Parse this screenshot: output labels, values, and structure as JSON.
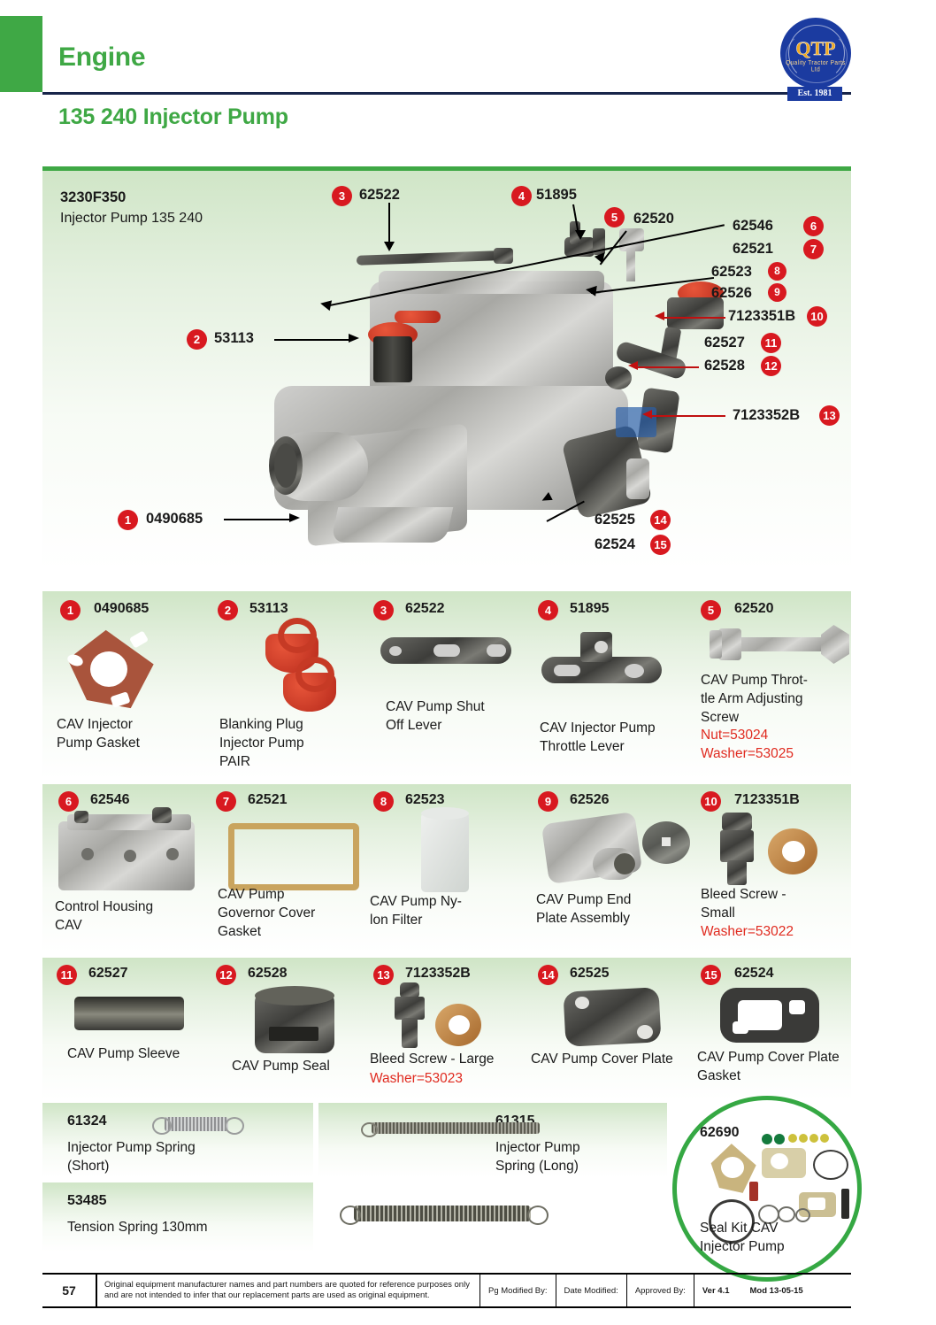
{
  "header": {
    "section_title": "Engine",
    "page_subtitle": "135 240 Injector Pump",
    "logo": {
      "mark": "QTP",
      "tagline": "Quality Tractor Parts Ltd",
      "established": "Est. 1981"
    }
  },
  "diagram": {
    "assembly_code": "3230F350",
    "assembly_desc": "Injector Pump 135 240",
    "callouts": [
      {
        "num": "1",
        "code": "0490685"
      },
      {
        "num": "2",
        "code": "53113"
      },
      {
        "num": "3",
        "code": "62522"
      },
      {
        "num": "4",
        "code": "51895"
      },
      {
        "num": "5",
        "code": "62520"
      },
      {
        "num": "6",
        "code": "62546"
      },
      {
        "num": "7",
        "code": "62521"
      },
      {
        "num": "8",
        "code": "62523"
      },
      {
        "num": "9",
        "code": "62526"
      },
      {
        "num": "10",
        "code": "7123351B"
      },
      {
        "num": "11",
        "code": "62527"
      },
      {
        "num": "12",
        "code": "62528"
      },
      {
        "num": "13",
        "code": "7123352B"
      },
      {
        "num": "14",
        "code": "62525"
      },
      {
        "num": "15",
        "code": "62524"
      }
    ]
  },
  "rows": [
    {
      "cells": [
        {
          "num": "1",
          "code": "0490685",
          "label": "CAV Injector\nPump Gasket",
          "extra": ""
        },
        {
          "num": "2",
          "code": "53113",
          "label": "Blanking Plug\nInjector Pump\nPAIR",
          "extra": ""
        },
        {
          "num": "3",
          "code": "62522",
          "label": "CAV Pump Shut\nOff Lever",
          "extra": ""
        },
        {
          "num": "4",
          "code": "51895",
          "label": "CAV Injector Pump\nThrottle Lever",
          "extra": ""
        },
        {
          "num": "5",
          "code": "62520",
          "label": "CAV Pump Throt-\ntle Arm Adjusting\nScrew",
          "extra": "Nut=53024\nWasher=53025"
        }
      ]
    },
    {
      "cells": [
        {
          "num": "6",
          "code": "62546",
          "label": "Control Housing\nCAV",
          "extra": ""
        },
        {
          "num": "7",
          "code": "62521",
          "label": "CAV Pump\nGovernor Cover\nGasket",
          "extra": ""
        },
        {
          "num": "8",
          "code": "62523",
          "label": "CAV Pump Ny-\nlon Filter",
          "extra": ""
        },
        {
          "num": "9",
          "code": "62526",
          "label": "CAV Pump End\nPlate Assembly",
          "extra": ""
        },
        {
          "num": "10",
          "code": "7123351B",
          "label": "Bleed Screw -\nSmall",
          "extra": "Washer=53022"
        }
      ]
    },
    {
      "cells": [
        {
          "num": "11",
          "code": "62527",
          "label": "CAV Pump Sleeve",
          "extra": ""
        },
        {
          "num": "12",
          "code": "62528",
          "label": "CAV Pump Seal",
          "extra": ""
        },
        {
          "num": "13",
          "code": "7123352B",
          "label": "Bleed Screw - Large",
          "extra": "Washer=53023"
        },
        {
          "num": "14",
          "code": "62525",
          "label": "CAV Pump Cover Plate",
          "extra": ""
        },
        {
          "num": "15",
          "code": "62524",
          "label": "CAV Pump Cover Plate\nGasket",
          "extra": ""
        }
      ]
    }
  ],
  "springs": [
    {
      "code": "61324",
      "label": "Injector Pump Spring\n(Short)"
    },
    {
      "code": "61315",
      "label": "Injector Pump\nSpring (Long)"
    },
    {
      "code": "53485",
      "label": "Tension Spring 130mm"
    }
  ],
  "seal_kit": {
    "code": "62690",
    "label": "Seal Kit CAV\nInjector Pump"
  },
  "footer": {
    "page_number": "57",
    "disclaimer": "Original equipment manufacturer names and part numbers are quoted for reference purposes only and are not intended to infer that our replacement parts are used as original equipment.",
    "pg_modified_by": "Pg Modified By:",
    "date_modified": "Date Modified:",
    "approved_by": "Approved By:",
    "version": "Ver 4.1",
    "mod_date": "Mod 13-05-15"
  },
  "colors": {
    "brand_green": "#3fa845",
    "navy": "#18254a",
    "bullet_red": "#d81920",
    "extra_red": "#e02b20"
  }
}
